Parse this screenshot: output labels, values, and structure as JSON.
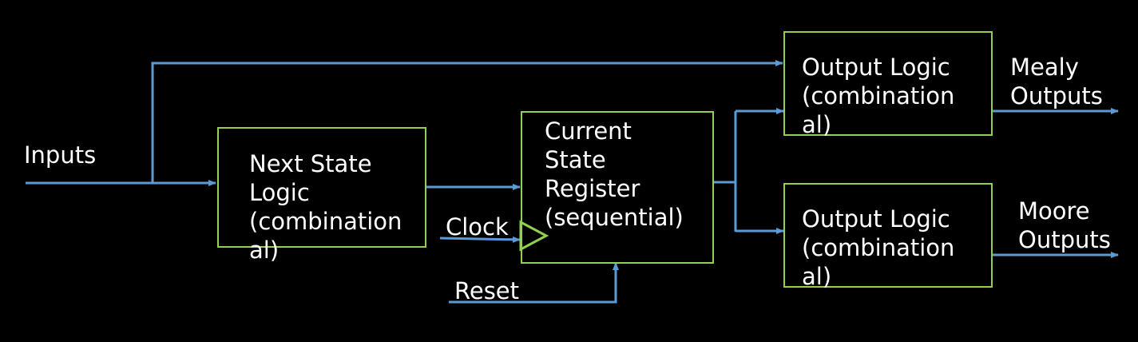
{
  "labels": {
    "inputs": "Inputs",
    "clock": "Clock",
    "reset": "Reset",
    "mealy_outputs": [
      "Mealy",
      "Outputs"
    ],
    "moore_outputs": [
      "Moore",
      "Outputs"
    ]
  },
  "blocks": {
    "next_state_logic": [
      "Next State",
      "Logic",
      "(combination",
      "al)"
    ],
    "current_state_register": [
      "Current",
      "State",
      "Register",
      "(sequential)"
    ],
    "output_logic_mealy": [
      "Output Logic",
      "(combination",
      "al)"
    ],
    "output_logic_moore": [
      "Output Logic",
      "(combination",
      "al)"
    ]
  },
  "colors": {
    "background": "#000000",
    "box_border": "#92d050",
    "wire": "#5b9bd5",
    "clock_symbol": "#92d050",
    "text": "#ffffff"
  }
}
